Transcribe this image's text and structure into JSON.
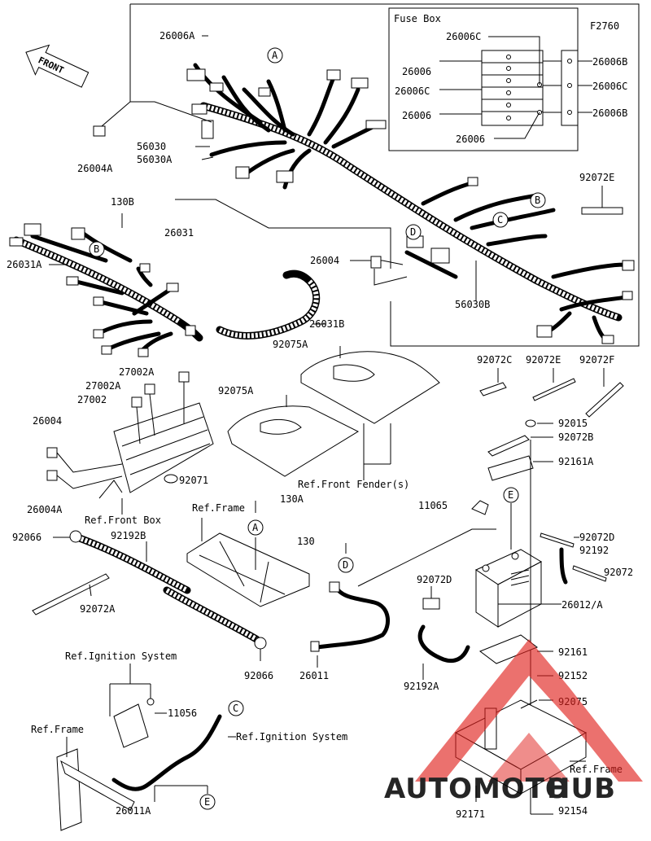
{
  "diagram_code": "F2760",
  "front_label": "FRONT",
  "fuse_box": {
    "title": "Fuse Box",
    "labels": [
      "26006C",
      "26006",
      "26006C",
      "26006",
      "26006",
      "26006B",
      "26006C",
      "26006B"
    ]
  },
  "callouts": {
    "c_26006A": "26006A",
    "c_26004A_top": "26004A",
    "c_56030": "56030",
    "c_56030A": "56030A",
    "c_130B": "130B",
    "c_26031": "26031",
    "c_26031A": "26031A",
    "c_26004_mid": "26004",
    "c_56030B": "56030B",
    "c_92072E_top": "92072E",
    "c_26031B": "26031B",
    "c_92075A_a": "92075A",
    "c_92075A_b": "92075A",
    "c_27002A_a": "27002A",
    "c_27002A_b": "27002A",
    "c_27002": "27002",
    "c_26004_left": "26004",
    "c_26004A_left": "26004A",
    "c_92071": "92071",
    "c_ref_front_box": "Ref.Front Box",
    "c_ref_front_fender": "Ref.Front Fender(s)",
    "c_92072C": "92072C",
    "c_92072E_mid": "92072E",
    "c_92072F": "92072F",
    "c_92015": "92015",
    "c_92072B": "92072B",
    "c_92161A": "92161A",
    "c_130A": "130A",
    "c_ref_frame_mid": "Ref.Frame",
    "c_11065": "11065",
    "c_92066_top": "92066",
    "c_92192B": "92192B",
    "c_130": "130",
    "c_92072D_right": "92072D",
    "c_92192": "92192",
    "c_92072": "92072",
    "c_92072D_mid": "92072D",
    "c_26012A": "26012/A",
    "c_92072A": "92072A",
    "c_92161": "92161",
    "c_ref_ignition_1": "Ref.Ignition System",
    "c_92152": "92152",
    "c_26011": "26011",
    "c_92192A": "92192A",
    "c_92066_bottom": "92066",
    "c_11056": "11056",
    "c_92075": "92075",
    "c_ref_ignition_2": "Ref.Ignition System",
    "c_ref_frame_left": "Ref.Frame",
    "c_ref_frame_right": "Ref.Frame",
    "c_26011A": "26011A",
    "c_92171": "92171",
    "c_92154": "92154"
  },
  "circle_markers": {
    "m_A_top": "A",
    "m_B_right": "B",
    "m_C_right": "C",
    "m_D_mid": "D",
    "m_B_left": "B",
    "m_E_battery": "E",
    "m_A_frame": "A",
    "m_D_cable": "D",
    "m_C_ignition": "C",
    "m_E_bottom": "E"
  },
  "watermark": {
    "part1": "AUTOMOTO",
    "part2": "HUB",
    "colors": {
      "orange": "#f7b500",
      "red": "#e0201c",
      "dark": "#333333"
    }
  }
}
